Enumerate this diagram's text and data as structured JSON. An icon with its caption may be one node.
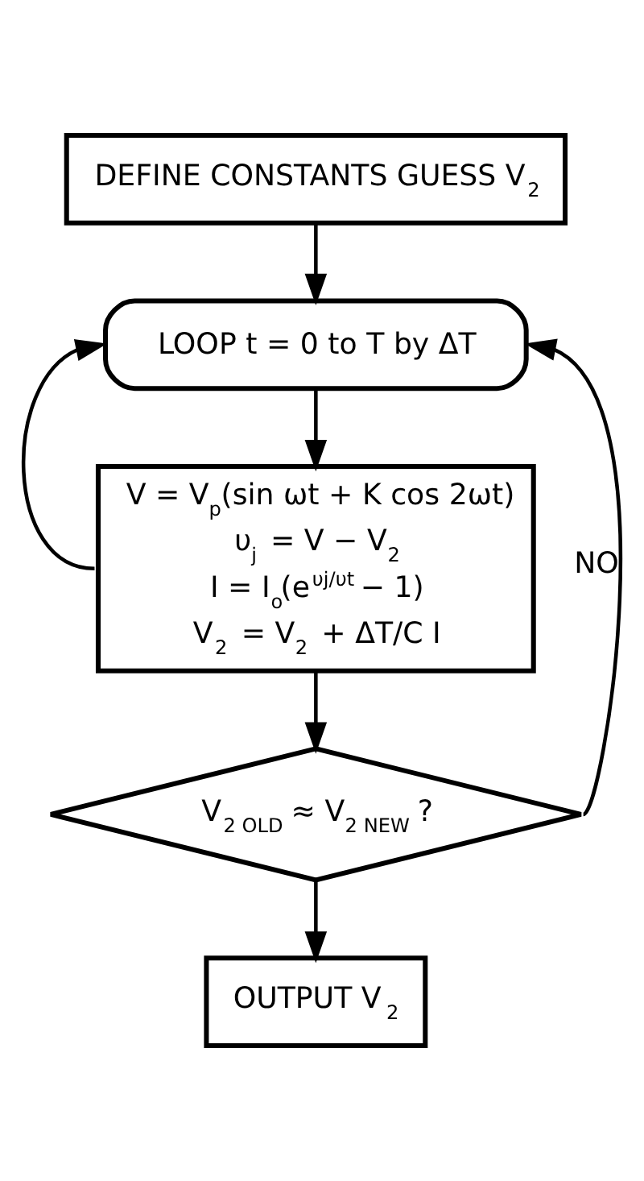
{
  "diagram": {
    "nodes": [
      {
        "text": [
          "DEFINE CONSTANTS GUESS V$_{2}$"
        ]
      },
      {
        "text": [
          "LOOP t = 0 to T by ΔT"
        ]
      },
      {
        "text": [
          "V = V$_{p}$(sin ωt + K cos 2ωt)",
          "υ$_{j}$ = V − V$_{2}$",
          "I = I$_{o}$(e$^{υj/υt}$ − 1)",
          "V$_{2}$ = V$_{2}$ + ΔT/C I"
        ]
      },
      {
        "text": [
          "V$_{2 OLD}$ ≈ V$_{2 NEW}$ ?"
        ]
      },
      {
        "text": [
          "OUTPUT V$_{2}$"
        ]
      }
    ],
    "edges": [
      {
        "from": 0,
        "to": 1,
        "arrow": "to"
      },
      {
        "from": 1,
        "to": 2,
        "arrow": "to"
      },
      {
        "from": 2,
        "to": 1,
        "arrow": "to"
      },
      {
        "from": 2,
        "to": 3,
        "arrow": "to"
      },
      {
        "from": 3,
        "to": 1,
        "arrow": "to",
        "label": "NO"
      },
      {
        "from": 3,
        "to": 4,
        "arrow": "to"
      }
    ]
  }
}
